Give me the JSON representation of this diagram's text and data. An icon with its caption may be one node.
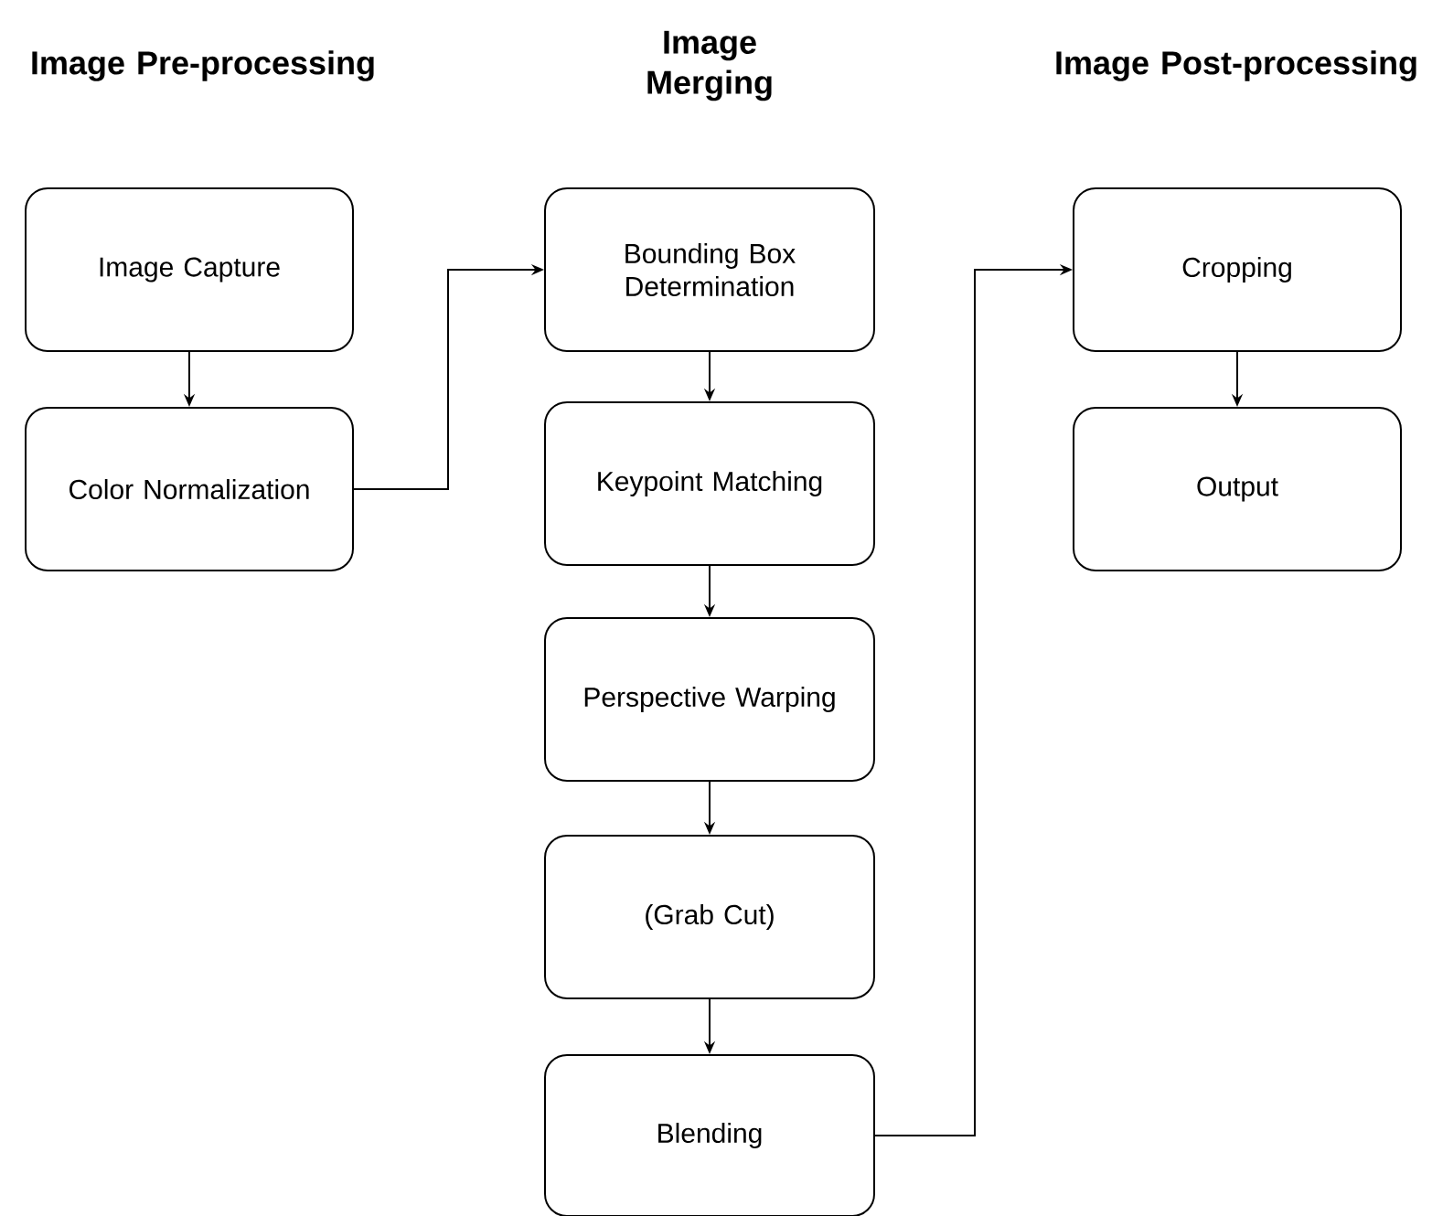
{
  "diagram": {
    "nodes": [
      {
        "text": [
          "Image Capture"
        ]
      },
      {
        "text": [
          "Color Normalization"
        ]
      },
      {
        "text": [
          "Bounding Box Determination"
        ]
      },
      {
        "text": [
          "Keypoint Matching"
        ]
      },
      {
        "text": [
          "Perspective Warping"
        ]
      },
      {
        "text": [
          "(Grab Cut)"
        ]
      },
      {
        "text": [
          "Blending"
        ]
      },
      {
        "text": [
          "Cropping"
        ]
      },
      {
        "text": [
          "Output"
        ]
      }
    ],
    "edges": [
      {
        "from": 0,
        "to": 1,
        "arrow": "to"
      },
      {
        "from": 1,
        "to": 2,
        "arrow": "to"
      },
      {
        "from": 2,
        "to": 3,
        "arrow": "to"
      },
      {
        "from": 3,
        "to": 4,
        "arrow": "to"
      },
      {
        "from": 4,
        "to": 5,
        "arrow": "to"
      },
      {
        "from": 5,
        "to": 6,
        "arrow": "to"
      },
      {
        "from": 6,
        "to": 7,
        "arrow": "to"
      },
      {
        "from": 7,
        "to": 8,
        "arrow": "to"
      }
    ],
    "labels": [
      "Image Pre-processing",
      "Image Merging",
      "Image Post-processing"
    ]
  }
}
